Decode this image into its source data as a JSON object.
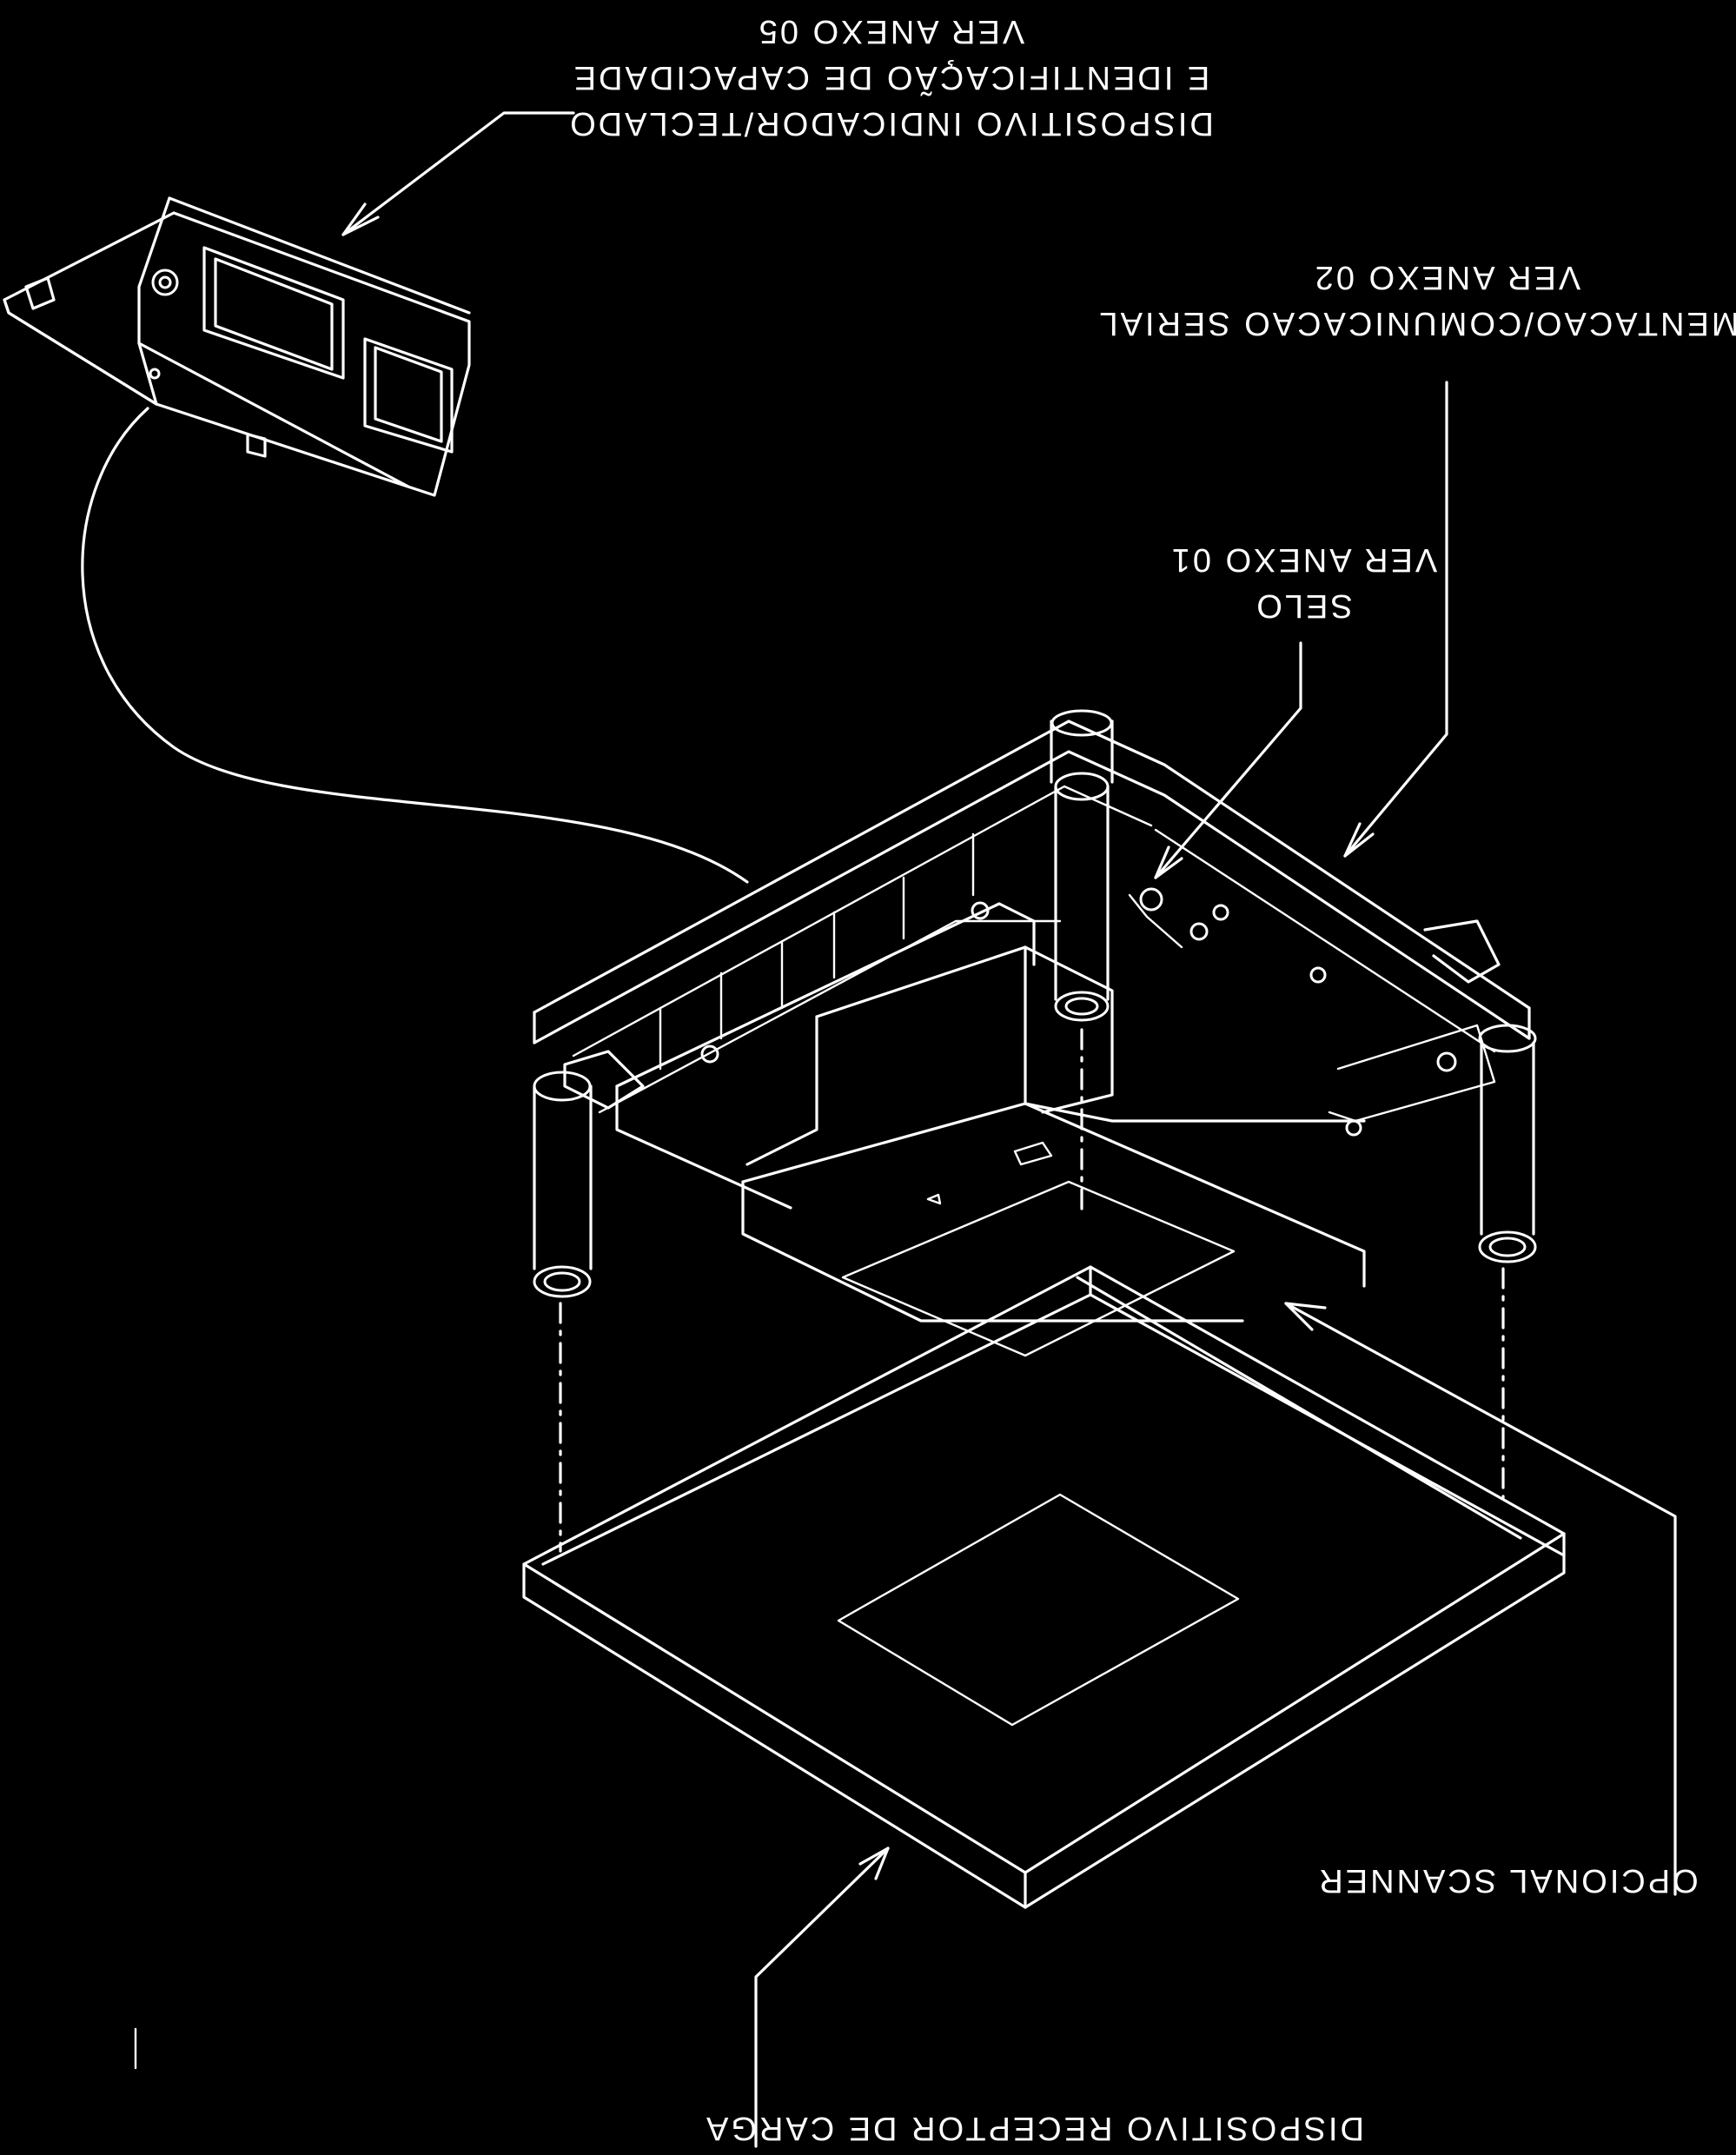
{
  "labels": {
    "display": {
      "line1": "DISPOSITIVO INDICADOR/TECLADO",
      "line2": "E IDENTIFICAÇÃO DE CAPACIDADE",
      "line3": "VER ANEXO 05"
    },
    "power": {
      "line1": "ALIMENTACAO/COMUNICACAO SERIAL",
      "line2": "VER ANEXO 02"
    },
    "seal": {
      "line1": "SELO",
      "line2": "VER ANEXO 01"
    },
    "scanner": {
      "line1": "OPCIONAL SCANNER"
    },
    "platform": {
      "line1": "DISPOSITIVO RECEPTOR DE CARGA"
    }
  }
}
